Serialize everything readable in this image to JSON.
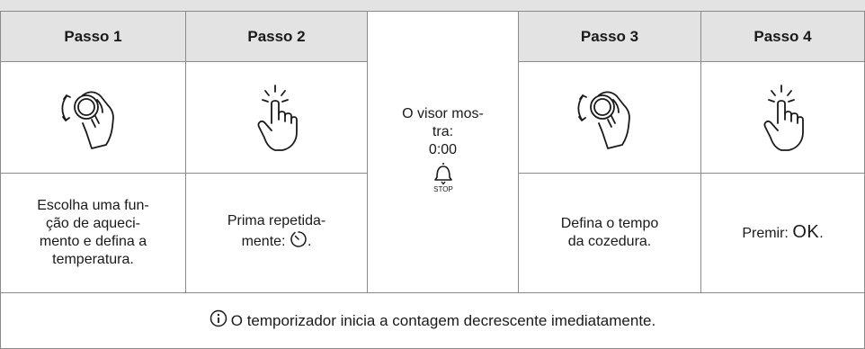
{
  "steps": [
    {
      "header": "Passo 1",
      "icon": "knob-turn-icon",
      "text": "Escolha uma fun-\nção de aqueci-\nmento e defina a\ntemperatura."
    },
    {
      "header": "Passo 2",
      "icon": "touch-tap-icon",
      "text_prefix": "Prima repetida-\nmente:",
      "text_icon": "timer-icon"
    },
    {
      "header": "Passo 3",
      "icon": "knob-turn-icon",
      "text": "Defina o tempo\nda cozedura."
    },
    {
      "header": "Passo 4",
      "icon": "touch-tap-icon",
      "text_prefix": "Premir:",
      "ok": "OK"
    }
  ],
  "middle": {
    "text": "O visor mos-\ntra:\n0:00",
    "icon": "bell-stop-icon",
    "stop_label": "STOP"
  },
  "footer": {
    "icon": "info-icon",
    "text": "O temporizador inicia a contagem decrescente imediatamente."
  }
}
